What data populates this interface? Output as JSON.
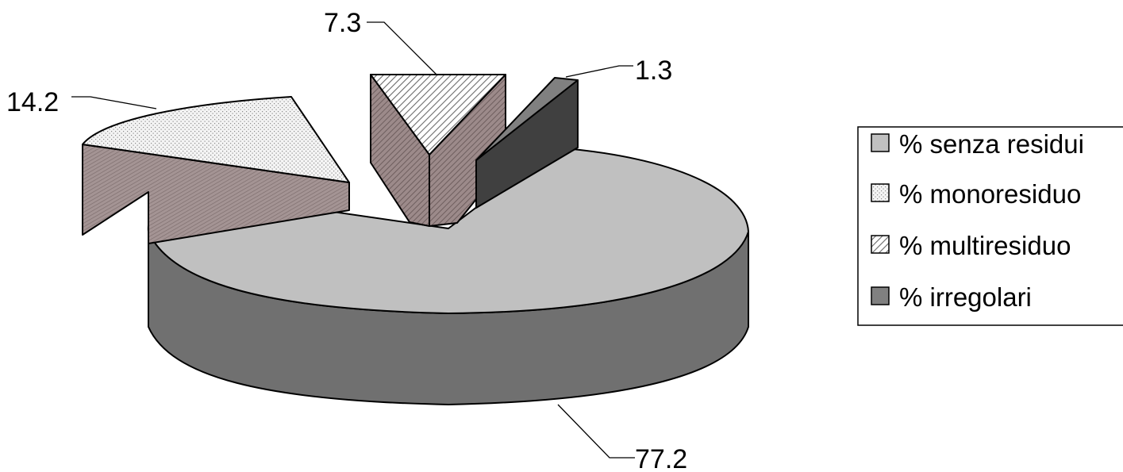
{
  "chart_data": {
    "type": "pie",
    "style": "3d-exploded",
    "legend_position": "right",
    "series": [
      {
        "label": "% senza residui",
        "value": 77.2,
        "value_label": "77.2",
        "color": "#c0c0c0",
        "side_color": "#707070",
        "pattern": "solid"
      },
      {
        "label": "% monoresiduo",
        "value": 14.2,
        "value_label": "14.2",
        "color": "#f0f0f0",
        "side_color": "#9a8a8a",
        "pattern": "dotted"
      },
      {
        "label": "% multiresiduo",
        "value": 7.3,
        "value_label": "7.3",
        "color": "#ffffff",
        "side_color": "#8c7b7b",
        "pattern": "diagonal-hatch"
      },
      {
        "label": "% irregolari",
        "value": 1.3,
        "value_label": "1.3",
        "color": "#808080",
        "side_color": "#404040",
        "pattern": "solid"
      }
    ]
  }
}
